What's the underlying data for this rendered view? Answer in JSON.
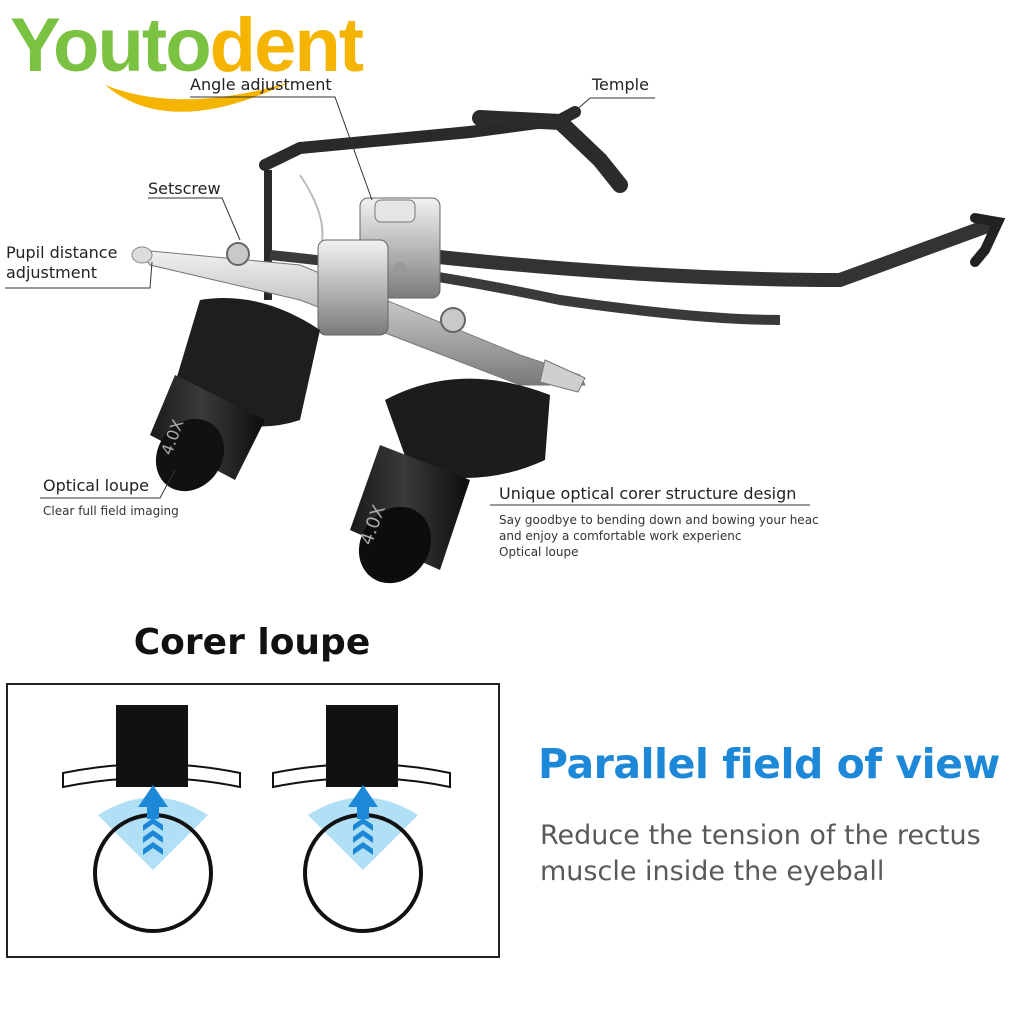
{
  "logo": {
    "part_green": "Youto",
    "part_yellow": "dent",
    "green_color": "#7cc242",
    "yellow_color": "#f4b400"
  },
  "callouts": {
    "angle_adjustment": "Angle adjustment",
    "temple": "Temple",
    "setscrew": "Setscrew",
    "pupil_distance_line1": "Pupil distance",
    "pupil_distance_line2": "adjustment",
    "optical_loupe": "Optical loupe",
    "optical_loupe_sub": "Clear full field imaging",
    "unique_design": "Unique optical corer structure design",
    "unique_design_sub1": "Say goodbye to bending down and bowing your heac",
    "unique_design_sub2": "and enjoy a comfortable work experienc",
    "unique_design_sub3": "Optical loupe"
  },
  "loupe_marking": "4.0X",
  "corer": {
    "title": "Corer loupe"
  },
  "parallel": {
    "title": "Parallel field of view",
    "desc_line1": "Reduce the tension of the rectus",
    "desc_line2": "muscle inside the eyeball",
    "accent_color": "#1e88d8"
  }
}
